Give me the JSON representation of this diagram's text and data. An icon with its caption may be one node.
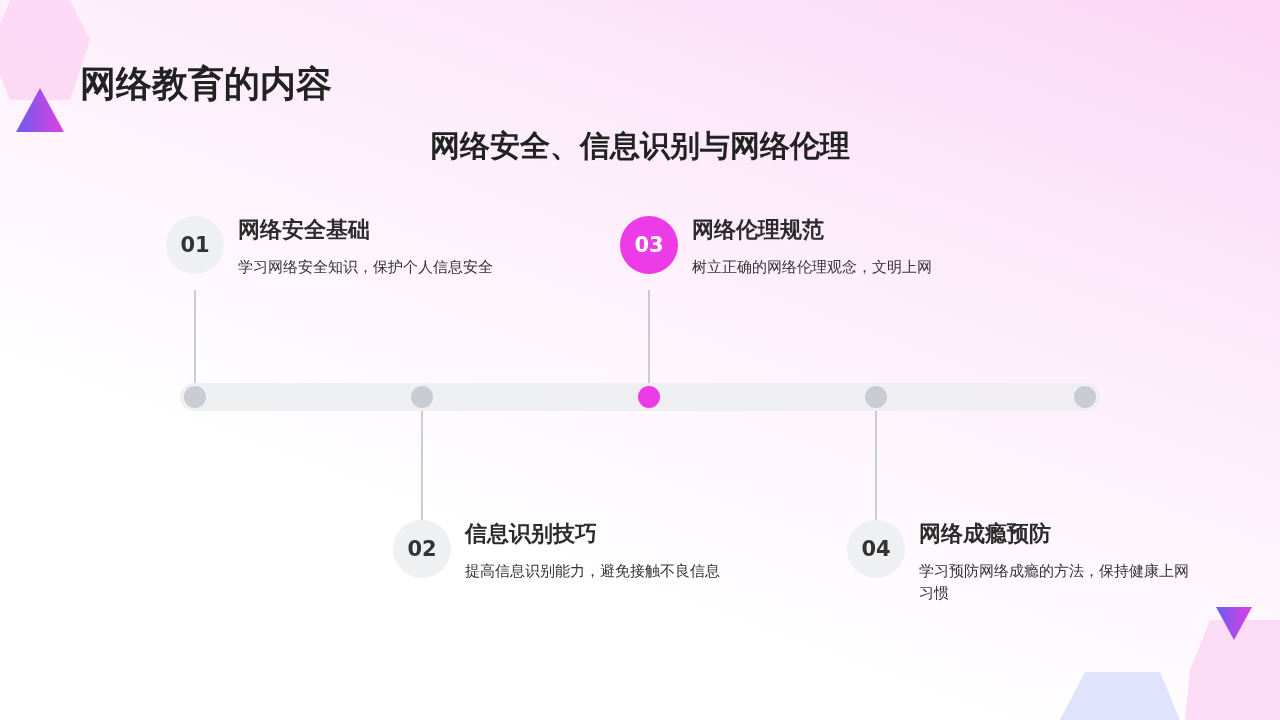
{
  "diagram": {
    "title": "网络教育的内容",
    "nodes": [
      {
        "text": [
          "01"
        ],
        "beside": [
          "网络安全基础",
          "学习网络安全知识，保护个人信息安全"
        ]
      },
      {
        "text": [
          "03"
        ],
        "beside": [
          "网络伦理规范",
          "树立正确的网络伦理观念，文明上网"
        ]
      },
      {
        "text": [],
        "shape": "bar"
      },
      {
        "text": [],
        "shape": "circle",
        "in": 2
      },
      {
        "text": [],
        "shape": "circle",
        "in": 2
      },
      {
        "text": [],
        "shape": "circle",
        "in": 2
      },
      {
        "text": [],
        "shape": "circle",
        "in": 2
      },
      {
        "text": [],
        "shape": "circle",
        "in": 2
      },
      {
        "text": [
          "02"
        ],
        "beside": [
          "信息识别技巧",
          "提高信息识别能力，避免接触不良信息"
        ]
      },
      {
        "text": [
          "04"
        ],
        "beside": [
          "网络成瘾预防",
          "学习预防网络成瘾的方法，保持健康上网习惯"
        ]
      }
    ],
    "edges": [
      {
        "from": 0,
        "to": 3,
        "arrow": "none"
      },
      {
        "from": 8,
        "to": 4,
        "arrow": "none"
      },
      {
        "from": 1,
        "to": 5,
        "arrow": "none"
      },
      {
        "from": 9,
        "to": 6,
        "arrow": "none"
      }
    ],
    "labels": [
      "网络安全、信息识别与网络伦理"
    ]
  }
}
